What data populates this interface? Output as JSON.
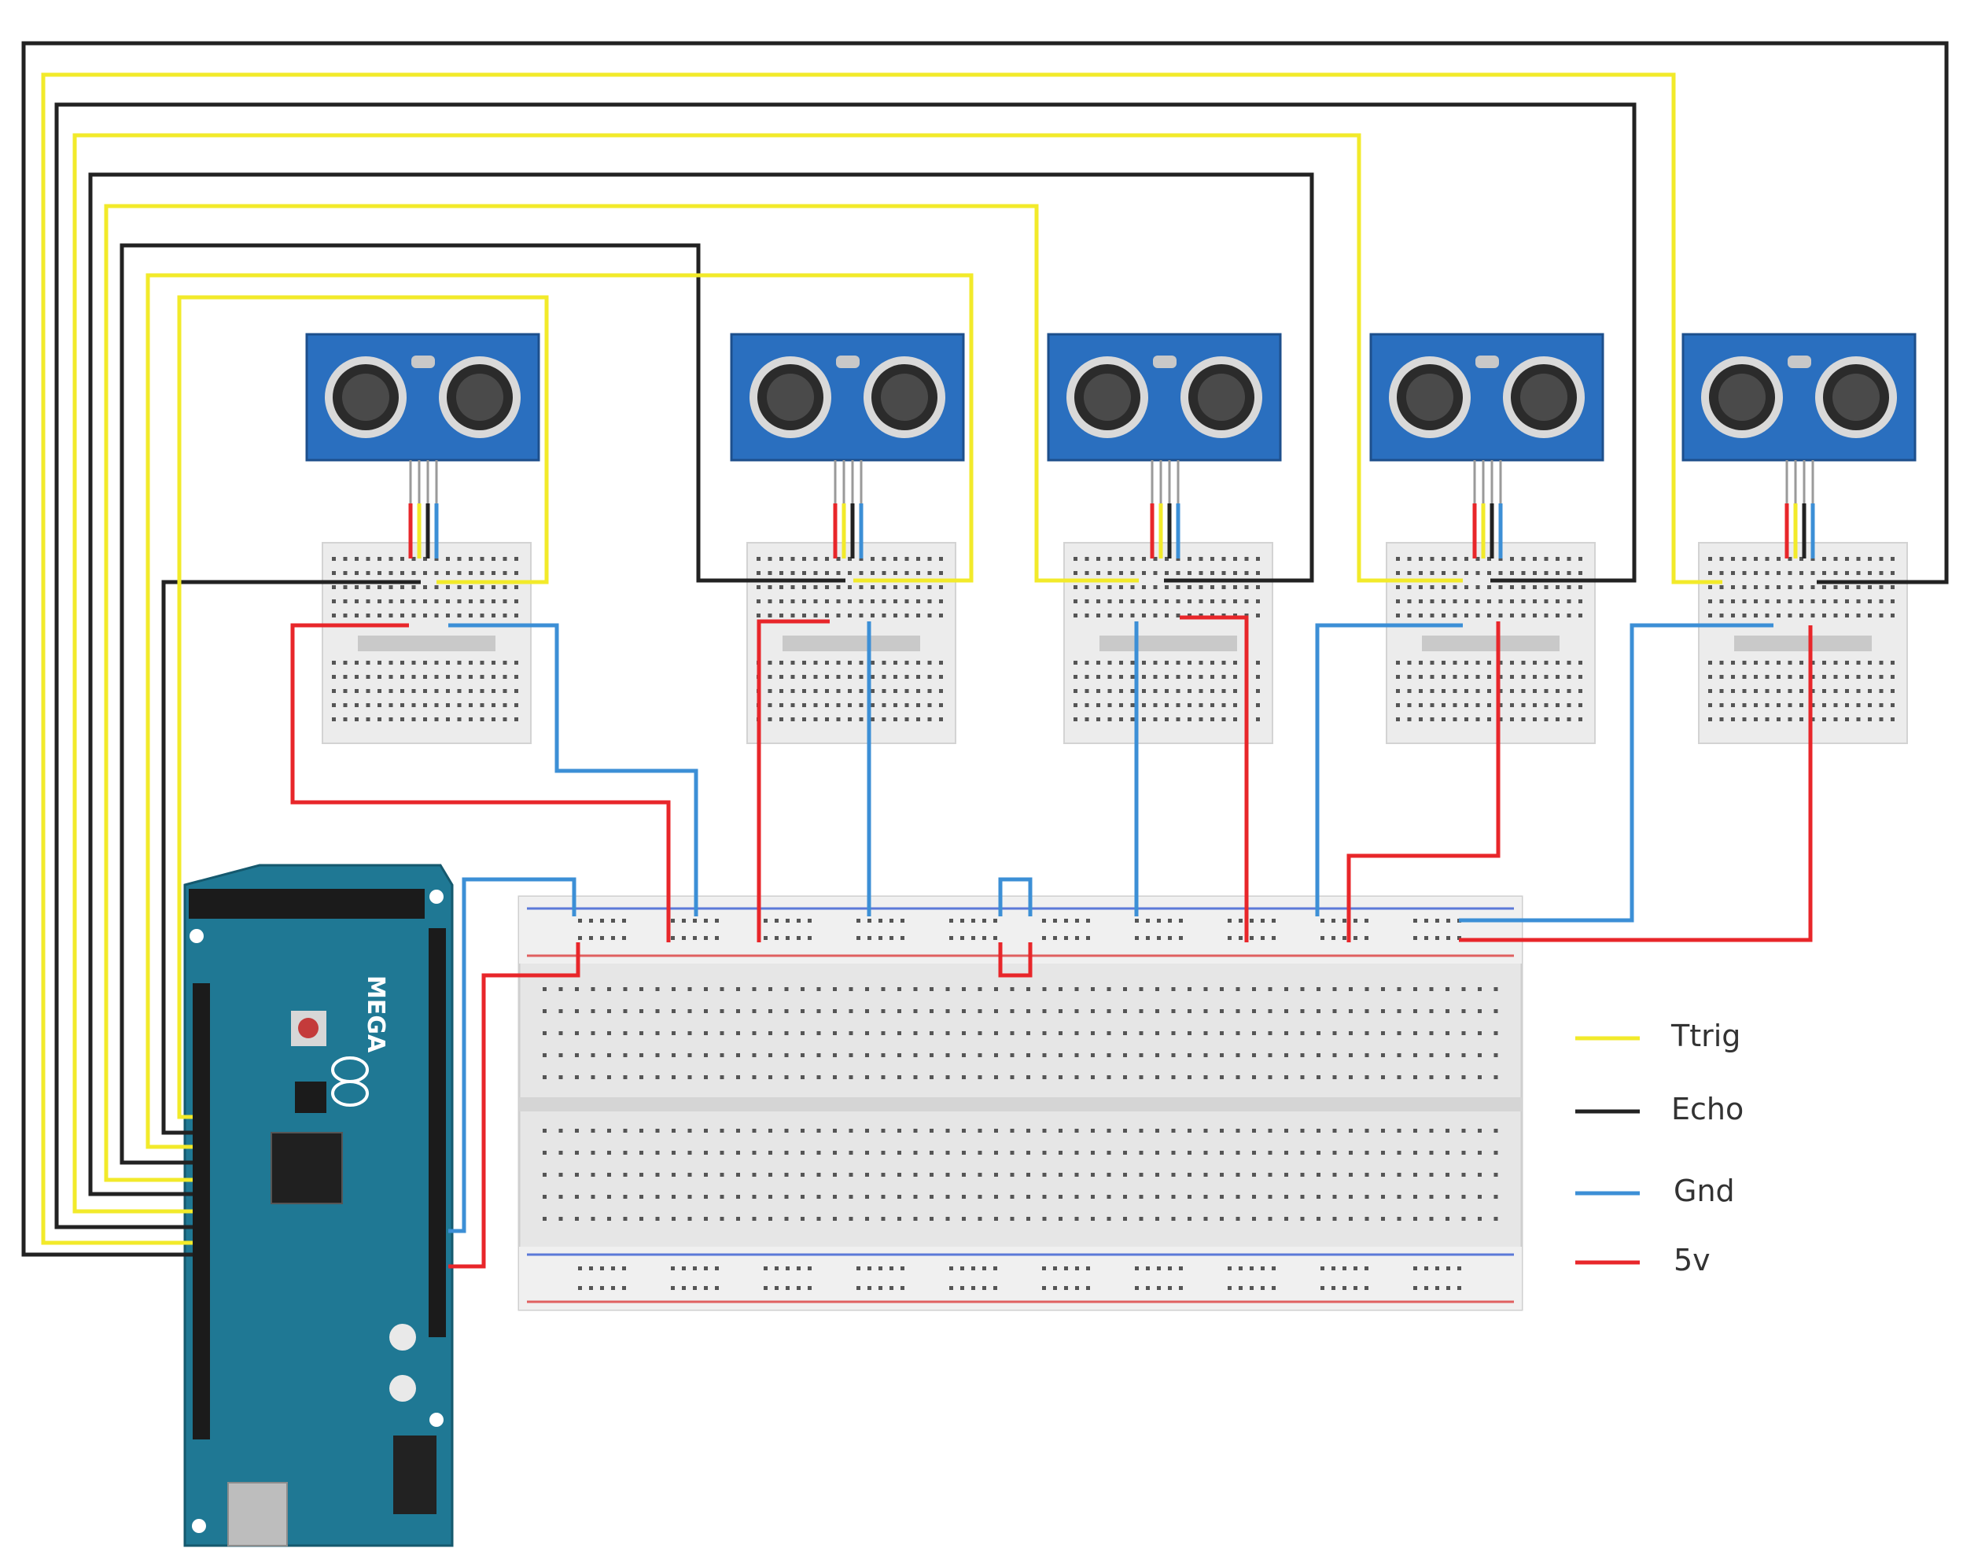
{
  "diagram": {
    "sensors": [
      {
        "id": 1,
        "pins": [
          "VCC",
          "Trig",
          "Echo",
          "GND"
        ]
      },
      {
        "id": 2,
        "pins": [
          "VCC",
          "Trig",
          "Echo",
          "GND"
        ]
      },
      {
        "id": 3,
        "pins": [
          "VCC",
          "Trig",
          "Echo",
          "GND"
        ]
      },
      {
        "id": 4,
        "pins": [
          "VCC",
          "Trig",
          "Echo",
          "GND"
        ]
      },
      {
        "id": 5,
        "pins": [
          "VCC",
          "Trig",
          "Echo",
          "GND"
        ]
      }
    ],
    "board": {
      "logo": "MEGA"
    },
    "legend": [
      {
        "label": "Ttrig",
        "color": "#f2ea2a"
      },
      {
        "label": "Echo",
        "color": "#222222"
      },
      {
        "label": "Gnd",
        "color": "#3c8fd6"
      },
      {
        "label": "5v",
        "color": "#e8262a"
      }
    ],
    "colors": {
      "trig": "#f2ea2a",
      "echo": "#222222",
      "gnd": "#3c8fd6",
      "vcc": "#e8262a",
      "sensor_board": "#2a6fbf",
      "arduino": "#1f7894",
      "breadboard": "#ececec"
    }
  }
}
